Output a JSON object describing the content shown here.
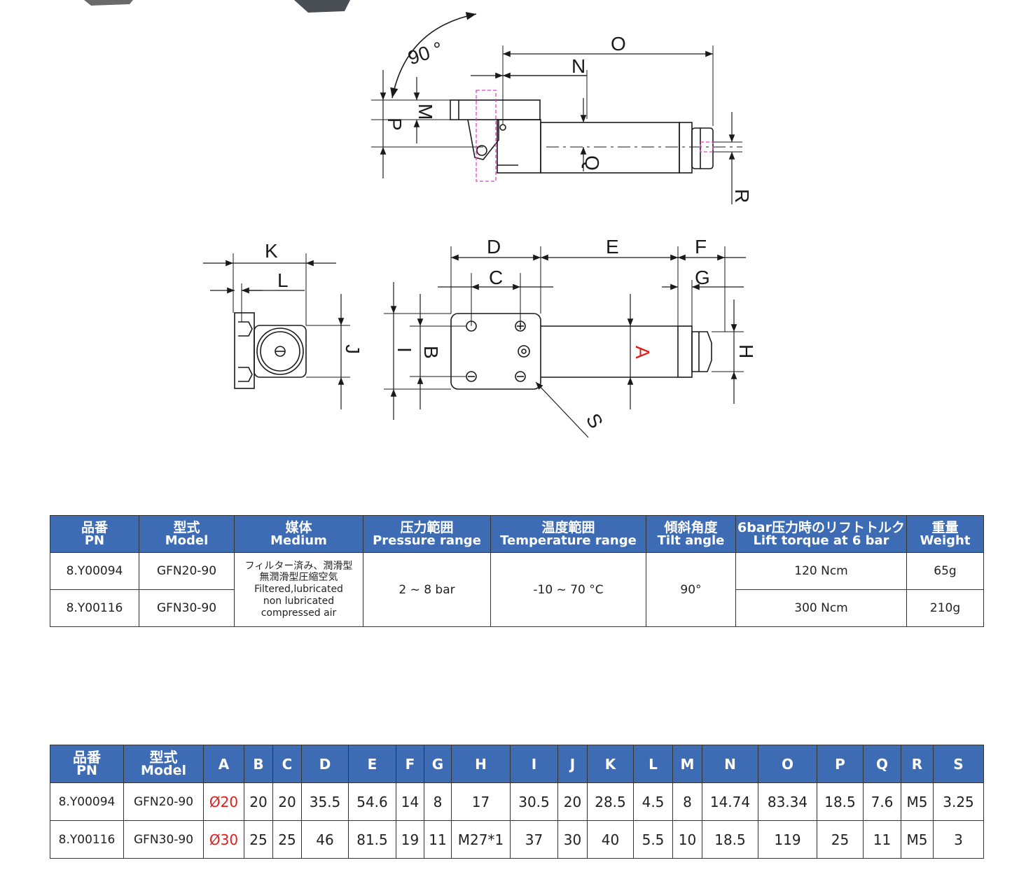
{
  "drawing": {
    "labels": {
      "angle": "90 °",
      "O": "O",
      "N": "N",
      "M": "M",
      "P": "P",
      "Q": "Q",
      "R": "R",
      "K": "K",
      "L": "L",
      "J": "J",
      "D": "D",
      "E": "E",
      "F": "F",
      "C": "C",
      "G": "G",
      "I": "I",
      "B": "B",
      "A": "A",
      "H": "H",
      "S": "S"
    },
    "colors": {
      "line": "#1a1a1a",
      "accent_red": "#e01e1e",
      "hidden_magenta": "#e040c8"
    }
  },
  "table1": {
    "header_color": "#3d6cb4",
    "headers": [
      {
        "jp": "品番",
        "en": "PN"
      },
      {
        "jp": "型式",
        "en": "Model"
      },
      {
        "jp": "媒体",
        "en": "Medium"
      },
      {
        "jp": "压力範囲",
        "en": "Pressure range"
      },
      {
        "jp": "温度範囲",
        "en": "Temperature range"
      },
      {
        "jp": "傾斜角度",
        "en": "Tilt angle"
      },
      {
        "jp": "6bar压力時のリフトトルク",
        "en": "Lift torque at 6 bar"
      },
      {
        "jp": "重量",
        "en": "Weight"
      }
    ],
    "medium_lines": [
      "フィルター済み、潤滑型",
      "無潤滑型圧縮空気",
      "Filtered,lubricated",
      "non lubricated",
      "compressed air"
    ],
    "pressure": "2 ~ 8 bar",
    "temperature": "-10 ~ 70 °C",
    "tilt": "90°",
    "rows": [
      {
        "pn": "8.Y00094",
        "model": "GFN20-90",
        "torque": "120 Ncm",
        "weight": "65g"
      },
      {
        "pn": "8.Y00116",
        "model": "GFN30-90",
        "torque": "300 Ncm",
        "weight": "210g"
      }
    ]
  },
  "table2": {
    "headers": [
      {
        "jp": "品番",
        "en": "PN"
      },
      {
        "jp": "型式",
        "en": "Model"
      }
    ],
    "dim_headers": [
      "A",
      "B",
      "C",
      "D",
      "E",
      "F",
      "G",
      "H",
      "I",
      "J",
      "K",
      "L",
      "M",
      "N",
      "O",
      "P",
      "Q",
      "R",
      "S"
    ],
    "rows": [
      {
        "pn": "8.Y00094",
        "model": "GFN20-90",
        "dims": [
          "Ø20",
          "20",
          "20",
          "35.5",
          "54.6",
          "14",
          "8",
          "17",
          "30.5",
          "20",
          "28.5",
          "4.5",
          "8",
          "14.74",
          "83.34",
          "18.5",
          "7.6",
          "M5",
          "3.25"
        ]
      },
      {
        "pn": "8.Y00116",
        "model": "GFN30-90",
        "dims": [
          "Ø30",
          "25",
          "25",
          "46",
          "81.5",
          "19",
          "11",
          "M27*1",
          "37",
          "30",
          "40",
          "5.5",
          "10",
          "18.5",
          "119",
          "25",
          "11",
          "M5",
          "3"
        ]
      }
    ]
  }
}
